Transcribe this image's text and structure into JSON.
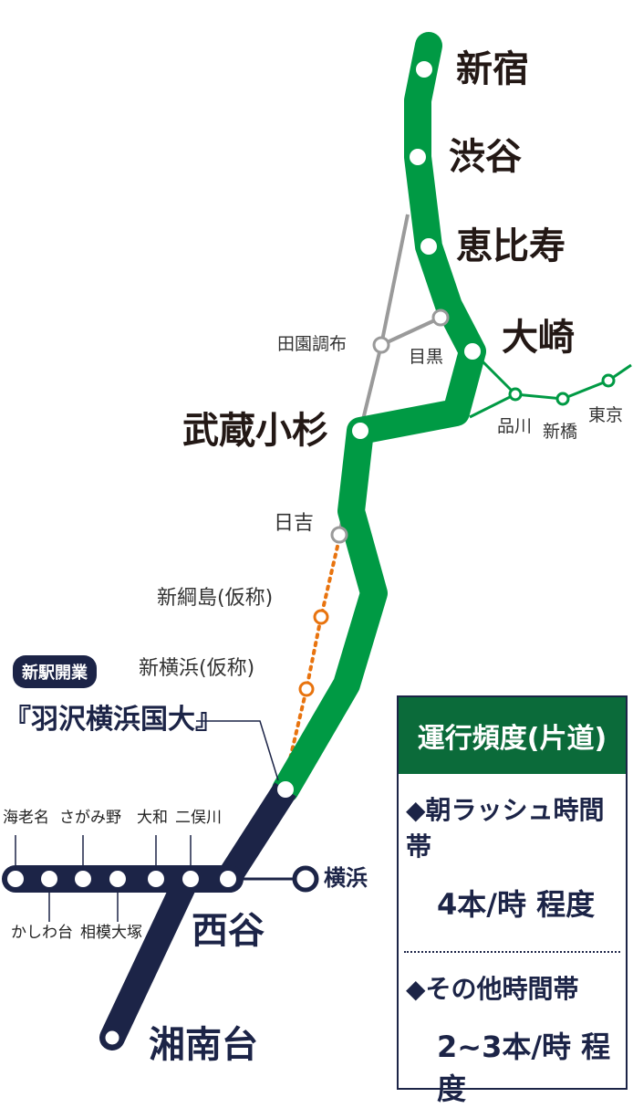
{
  "colors": {
    "green": "#009a44",
    "navy": "#1c2447",
    "gray": "#9a9a9a",
    "orange": "#e8730e",
    "header_green": "#0b6b3a"
  },
  "stations": {
    "shinjuku": "新宿",
    "shibuya": "渋谷",
    "ebisu": "恵比寿",
    "osaki": "大崎",
    "musashikosugi": "武蔵小杉",
    "denenchofu": "田園調布",
    "meguro": "目黒",
    "shinagawa": "品川",
    "shimbashi": "新橋",
    "tokyo": "東京",
    "hiyoshi": "日吉",
    "shintsunashima": "新綱島(仮称)",
    "shinyokohama": "新横浜(仮称)",
    "hazawa": "『羽沢横浜国大』",
    "nishiya": "西谷",
    "shonandai": "湘南台",
    "yokohama": "横浜",
    "ebina": "海老名",
    "kashiwadai": "かしわ台",
    "sagamino": "さがみ野",
    "sagamiotsuka": "相模大塚",
    "yamato": "大和",
    "futamatagawa": "二俣川"
  },
  "badge": "新駅開業",
  "frequency": {
    "title": "運行頻度(片道)",
    "rush_label": "◆朝ラッシュ時間帯",
    "rush_value": "4本/時 程度",
    "other_label": "◆その他時間帯",
    "other_value": "2~3本/時 程度"
  }
}
